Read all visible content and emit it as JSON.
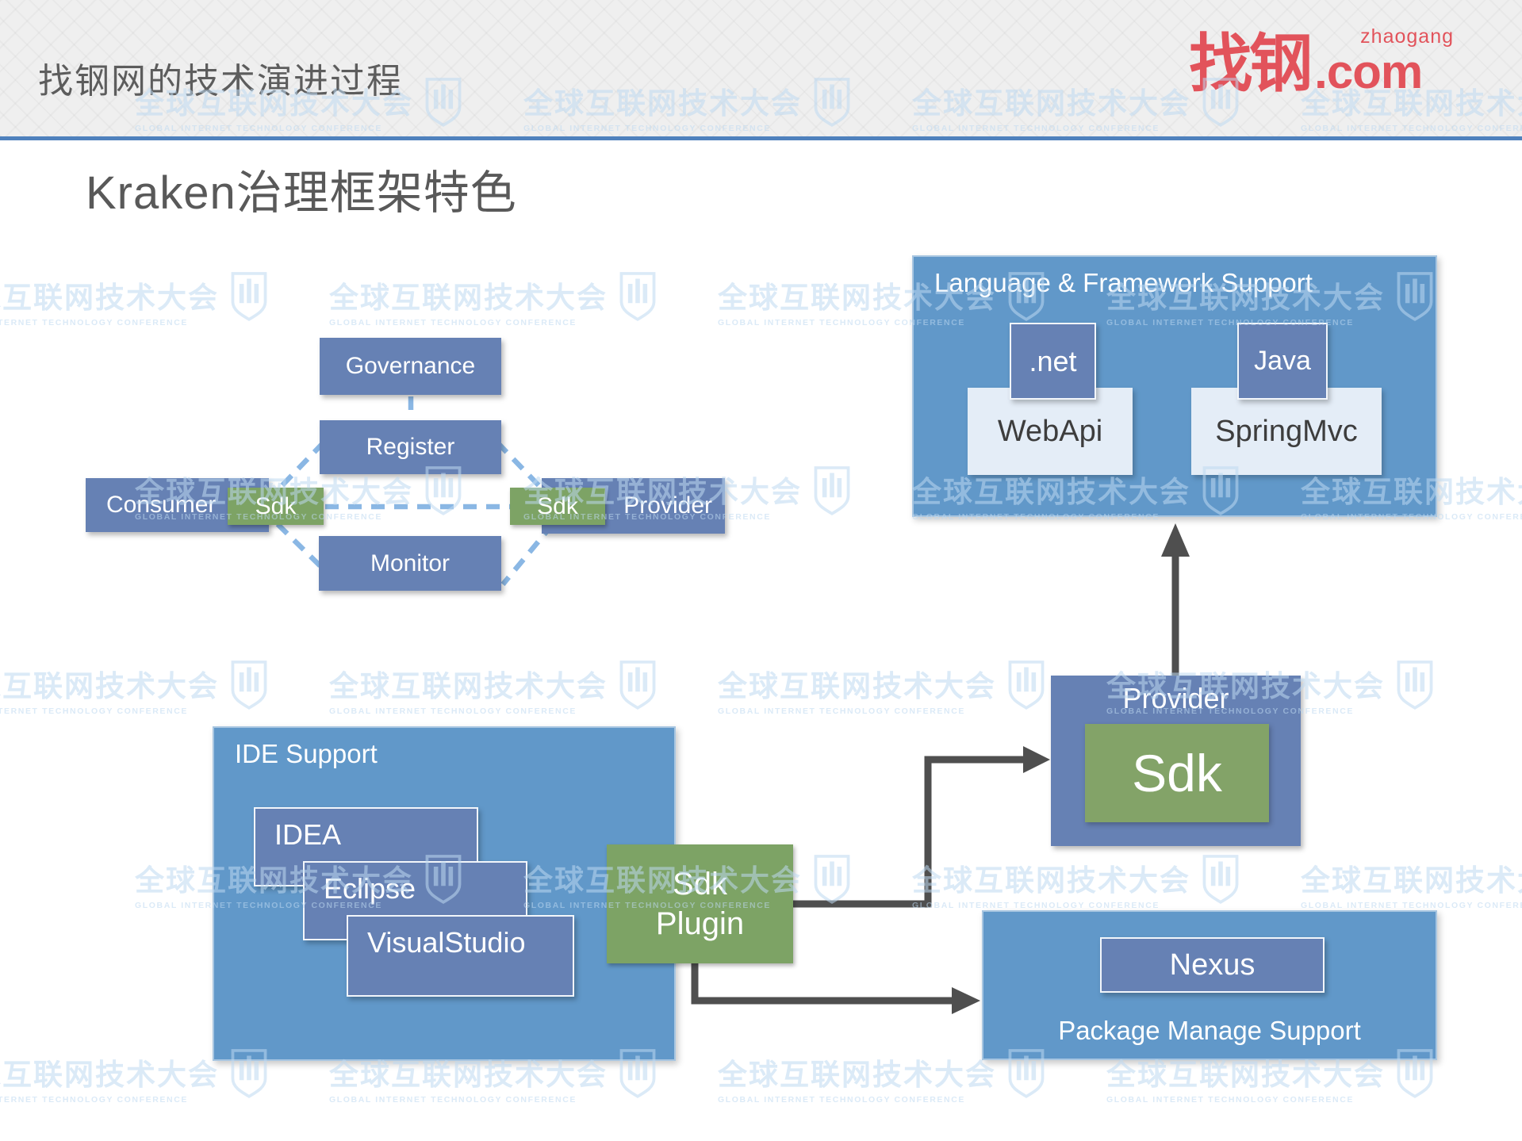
{
  "header": {
    "title": "找钢网的技术演进过程"
  },
  "logo": {
    "cn": "找钢",
    "sub": "zhaogang",
    "com": ".com"
  },
  "slide": {
    "heading": "Kraken治理框架特色"
  },
  "diagram": {
    "governance": "Governance",
    "register": "Register",
    "consumer": "Consumer",
    "sdk_left": "Sdk",
    "sdk_right": "Sdk",
    "provider": "Provider",
    "monitor": "Monitor"
  },
  "language_support": {
    "title": "Language & Framework Support",
    "dotnet": ".net",
    "webapi": "WebApi",
    "java": "Java",
    "springmvc": "SpringMvc"
  },
  "ide_support": {
    "title": "IDE Support",
    "items": [
      "IDEA",
      "Eclipse",
      "VisualStudio"
    ]
  },
  "sdk_plugin": {
    "line1": "Sdk",
    "line2": "Plugin"
  },
  "provider_cluster": {
    "title": "Provider",
    "sdk": "Sdk"
  },
  "package_support": {
    "nexus": "Nexus",
    "title": "Package Manage Support"
  },
  "watermark": {
    "cn": "全球互联网技术大会",
    "en": "GLOBAL INTERNET TECHNOLOGY CONFERENCE"
  },
  "colors": {
    "slate_blue": "#6681b4",
    "container_blue": "#6198c9",
    "green": "#7da365",
    "green_light": "#83a368",
    "light_box": "#e4edf7",
    "dash_blue": "#8ab7e4",
    "arrow_gray": "#4f4f4f",
    "logo_red": "#e2535b",
    "header_line": "#4f81bd",
    "heading_gray": "#595959"
  }
}
